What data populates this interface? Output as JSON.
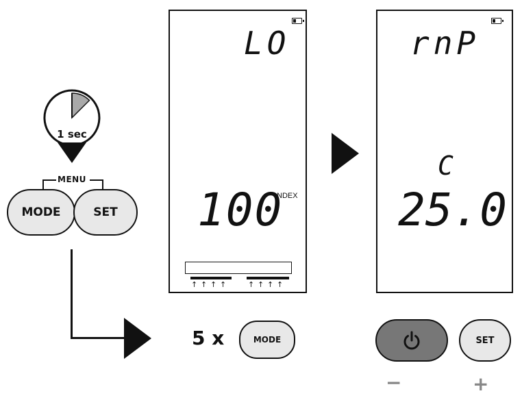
{
  "timer": {
    "label": "1 sec",
    "fraction_filled": 0.125
  },
  "menu": {
    "label": "MENU",
    "mode_label": "MODE",
    "set_label": "SET"
  },
  "lcd1": {
    "top_reading": "LO",
    "main_reading": "100",
    "unit": "NDEX"
  },
  "lcd2": {
    "top_reading": "rnP",
    "unit_symbol": "C",
    "main_reading": "25.0"
  },
  "instruction": {
    "count_text": "5 x",
    "mode_label": "MODE"
  },
  "controls": {
    "set_label": "SET",
    "minus": "−",
    "plus": "+"
  },
  "icons": [
    "clock-icon",
    "battery-icon",
    "play-arrow-icon",
    "power-icon",
    "up-arrow-icon"
  ],
  "colors": {
    "ink": "#111111",
    "button_fill": "#e8e8e8",
    "power_button_fill": "#777777",
    "timer_wedge": "#a9a9a9",
    "sign": "#888888"
  }
}
